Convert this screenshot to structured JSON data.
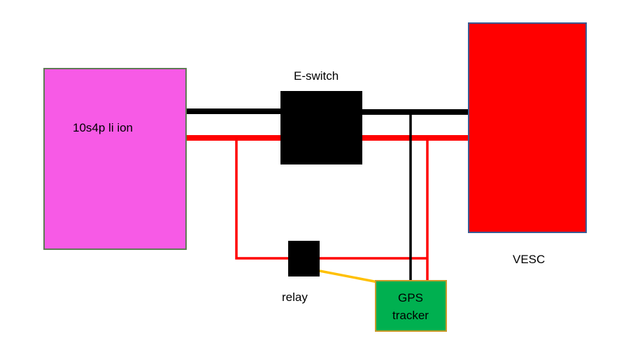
{
  "components": {
    "battery": {
      "label": "10s4p li ion",
      "fill": "#f75ae6",
      "stroke": "#5f7a55"
    },
    "eswitch": {
      "label": "E-switch",
      "fill": "#000000"
    },
    "vesc": {
      "label": "VESC",
      "fill": "#ff0000",
      "stroke": "#3c5a92"
    },
    "relay": {
      "label": "relay",
      "fill": "#000000"
    },
    "gps": {
      "label_line1": "GPS",
      "label_line2": "tracker",
      "fill": "#00b050",
      "stroke": "#c89a2a"
    }
  },
  "wire_colors": {
    "positive": "#ff0000",
    "negative": "#000000",
    "signal": "#ffc000"
  }
}
